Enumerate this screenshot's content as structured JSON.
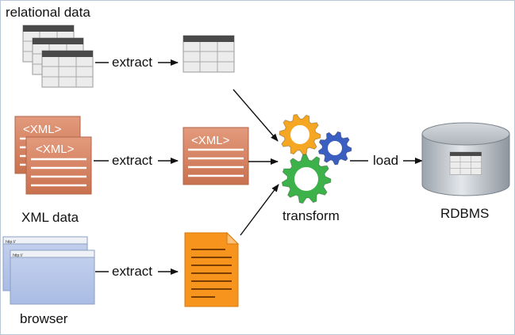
{
  "sources": {
    "relational": {
      "label": "relational data"
    },
    "xml": {
      "label": "XML data",
      "tag": "<XML>"
    },
    "browser": {
      "label": "browser",
      "url": "http://"
    }
  },
  "steps": {
    "extract_label": "extract",
    "transform_label": "transform",
    "load_label": "load"
  },
  "target": {
    "label": "RDBMS"
  },
  "colors": {
    "table_header": "#4a4a4a",
    "table_cell": "#e6e6e6",
    "xml_fill": "#d98a6b",
    "browser_fill": "#b7c7e8",
    "document_fill": "#f7941d",
    "gear_orange": "#f5a623",
    "gear_blue": "#3b5fc0",
    "gear_green": "#3db24a",
    "db_fill": "#c4c9cf"
  }
}
